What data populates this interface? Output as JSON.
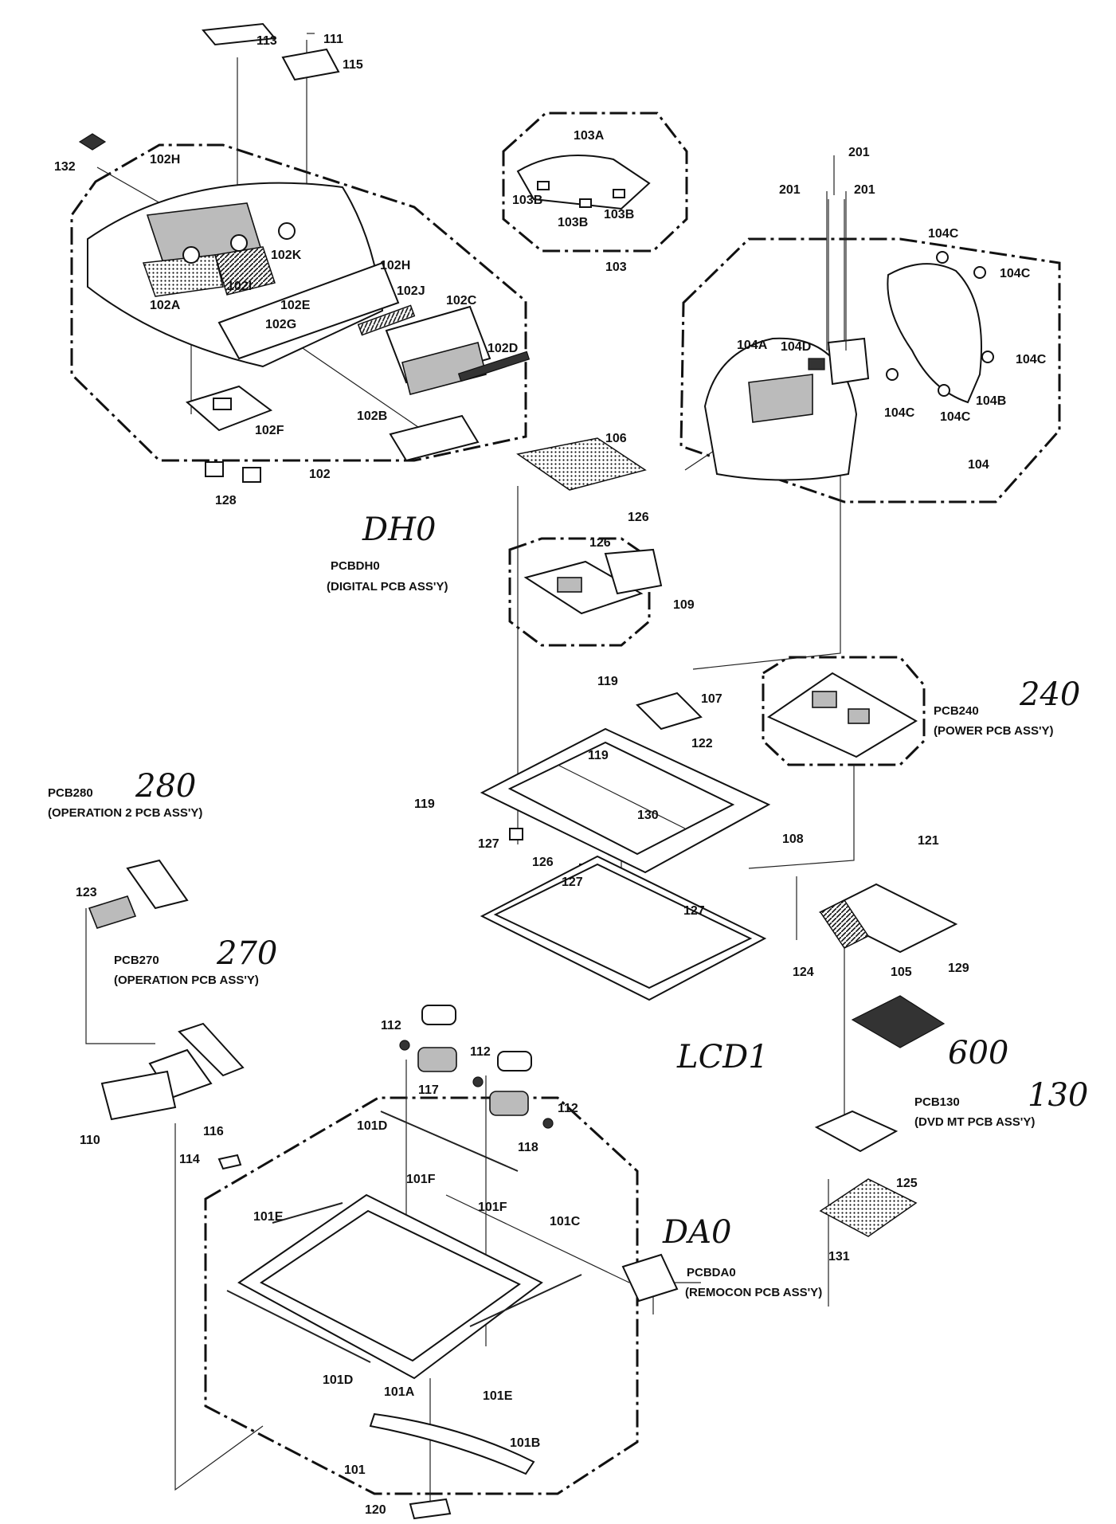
{
  "groups": [
    {
      "id": "102",
      "label": "102"
    },
    {
      "id": "103",
      "label": "103"
    },
    {
      "id": "104",
      "label": "104"
    },
    {
      "id": "101",
      "label": "101"
    }
  ],
  "callouts": {
    "c113": "113",
    "c111": "111",
    "c115": "115",
    "c132": "132",
    "c102H_a": "102H",
    "c102K": "102K",
    "c102H_b": "102H",
    "c102J": "102J",
    "c102A": "102A",
    "c102I": "102I",
    "c102E": "102E",
    "c102G": "102G",
    "c102C": "102C",
    "c102D": "102D",
    "c102F": "102F",
    "c102B": "102B",
    "c128": "128",
    "c103A": "103A",
    "c103B_a": "103B",
    "c103B_b": "103B",
    "c103B_c": "103B",
    "c201_a": "201",
    "c201_b": "201",
    "c201_c": "201",
    "c104C_a": "104C",
    "c104C_b": "104C",
    "c104C_c": "104C",
    "c104C_d": "104C",
    "c104C_e": "104C",
    "c104A": "104A",
    "c104D": "104D",
    "c104B": "104B",
    "c106": "106",
    "c126_a": "126",
    "c126_b": "126",
    "c109": "109",
    "c119_a": "119",
    "c119_b": "119",
    "c119_c": "119",
    "c107": "107",
    "c122": "122",
    "c130": "130",
    "c127_a": "127",
    "c127_b": "127",
    "c127_c": "127",
    "c126_c": "126",
    "c108": "108",
    "c121": "121",
    "c124": "124",
    "c105": "105",
    "c129": "129",
    "c123": "123",
    "c110": "110",
    "c116": "116",
    "c112_a": "112",
    "c112_b": "112",
    "c112_c": "112",
    "c117": "117",
    "c118": "118",
    "c101D_a": "101D",
    "c114": "114",
    "c101F_a": "101F",
    "c101E_a": "101E",
    "c101F_b": "101F",
    "c101C": "101C",
    "c101D_b": "101D",
    "c101A": "101A",
    "c101E_b": "101E",
    "c101B": "101B",
    "c120": "120",
    "c125": "125",
    "c131": "131"
  },
  "assemblies": {
    "dh0": {
      "code": "PCBDH0",
      "name": "(DIGITAL PCB ASS'Y)",
      "hand": "DH0"
    },
    "p240": {
      "code": "PCB240",
      "name": "(POWER PCB ASS'Y)",
      "hand": "240"
    },
    "p280": {
      "code": "PCB280",
      "name": "(OPERATION 2 PCB ASS'Y)",
      "hand": "280"
    },
    "p270": {
      "code": "PCB270",
      "name": "(OPERATION PCB ASS'Y)",
      "hand": "270"
    },
    "p130": {
      "code": "PCB130",
      "name": "(DVD MT PCB ASS'Y)",
      "hand": "130"
    },
    "da0": {
      "code": "PCBDA0",
      "name": "(REMOCON PCB ASS'Y)",
      "hand": "DA0"
    }
  },
  "handwritten": {
    "lcd": "LCD1",
    "dvd": "600"
  }
}
